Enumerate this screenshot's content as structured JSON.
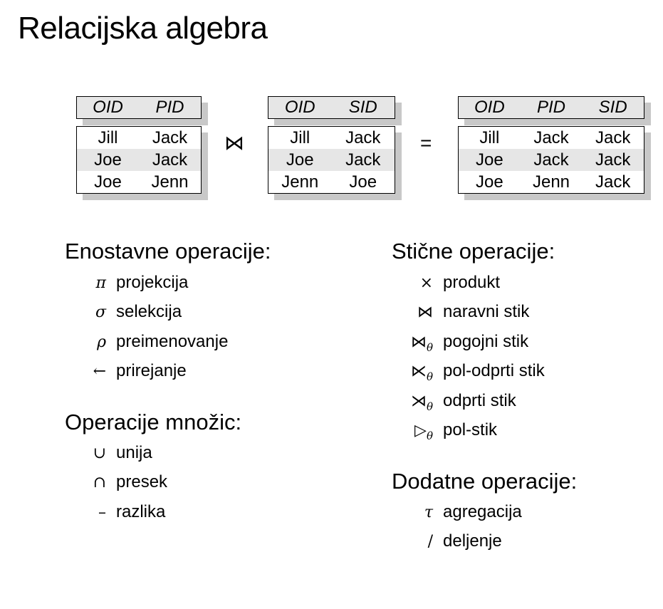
{
  "title": "Relacijska algebra",
  "example": {
    "left": {
      "headers": [
        "OID",
        "PID"
      ],
      "rows": [
        [
          "Jill",
          "Jack"
        ],
        [
          "Joe",
          "Jack"
        ],
        [
          "Joe",
          "Jenn"
        ]
      ]
    },
    "join_symbol": "⋈",
    "right": {
      "headers": [
        "OID",
        "SID"
      ],
      "rows": [
        [
          "Jill",
          "Jack"
        ],
        [
          "Joe",
          "Jack"
        ],
        [
          "Jenn",
          "Joe"
        ]
      ]
    },
    "equals_symbol": "=",
    "result": {
      "headers": [
        "OID",
        "PID",
        "SID"
      ],
      "rows": [
        [
          "Jill",
          "Jack",
          "Jack"
        ],
        [
          "Joe",
          "Jack",
          "Jack"
        ],
        [
          "Joe",
          "Jenn",
          "Jack"
        ]
      ]
    }
  },
  "sections": {
    "simple": {
      "heading": "Enostavne operacije:",
      "items": [
        {
          "symbol": "π",
          "label": "projekcija"
        },
        {
          "symbol": "σ",
          "label": "selekcija"
        },
        {
          "symbol": "ρ",
          "label": "preimenovanje"
        },
        {
          "symbol": "←",
          "label": "prirejanje"
        }
      ]
    },
    "sets": {
      "heading": "Operacije množic:",
      "items": [
        {
          "symbol": "∪",
          "label": "unija"
        },
        {
          "symbol": "∩",
          "label": "presek"
        },
        {
          "symbol": "–",
          "label": "razlika"
        }
      ]
    },
    "joins": {
      "heading": "Stične operacije:",
      "items": [
        {
          "symbol": "×",
          "subscript": "",
          "label": "produkt"
        },
        {
          "symbol": "⋈",
          "subscript": "",
          "label": "naravni stik"
        },
        {
          "symbol": "⋈",
          "subscript": "θ",
          "label": "pogojni stik"
        },
        {
          "symbol": "⋉",
          "subscript": "θ",
          "label": "pol-odprti stik"
        },
        {
          "symbol": "⋊",
          "subscript": "θ",
          "label": "odprti stik"
        },
        {
          "symbol": "▷",
          "subscript": "θ",
          "label": "pol-stik"
        }
      ]
    },
    "extra": {
      "heading": "Dodatne operacije:",
      "items": [
        {
          "symbol": "τ",
          "label": "agregacija"
        },
        {
          "symbol": "/",
          "label": "deljenje"
        }
      ]
    }
  }
}
